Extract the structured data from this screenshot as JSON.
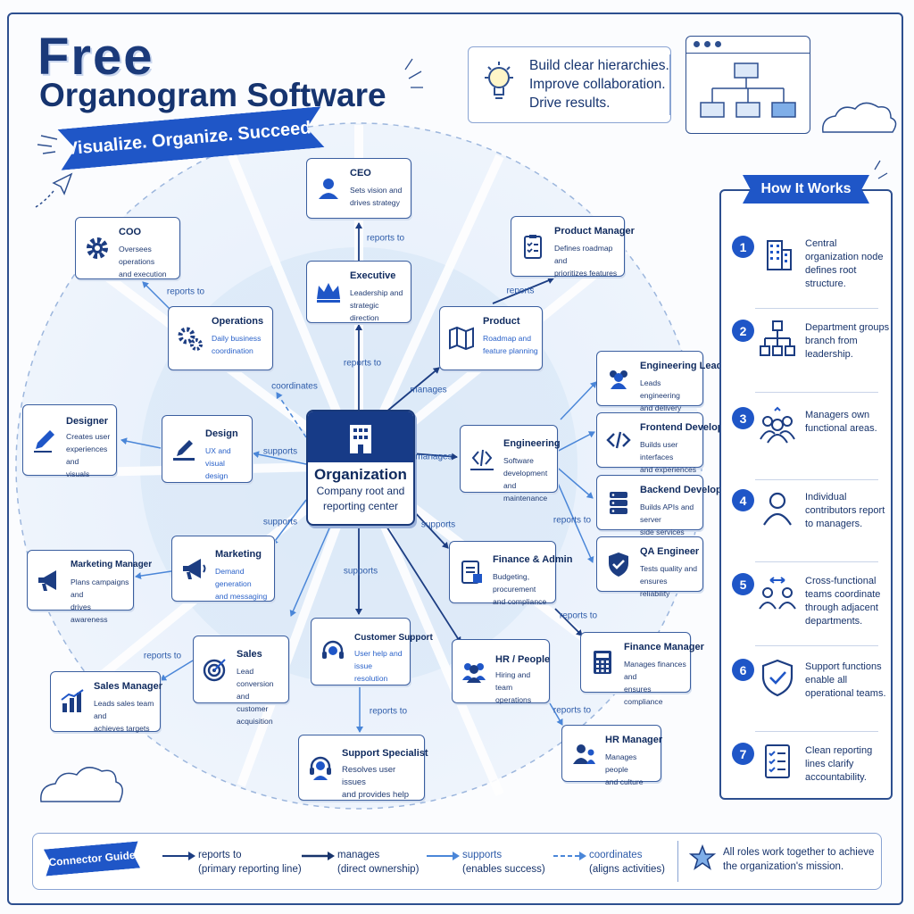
{
  "header": {
    "title_free": "Free",
    "title_main": "Organogram Software",
    "tagline": "Visualize. Organize. Succeed.",
    "benefits": [
      "Build clear hierarchies.",
      "Improve collaboration.",
      "Drive results."
    ]
  },
  "center": {
    "title": "Organization",
    "desc1": "Company root and",
    "desc2": "reporting center"
  },
  "nodes": {
    "ceo": {
      "title": "CEO",
      "desc1": "Sets vision and",
      "desc2": "drives strategy"
    },
    "executive": {
      "title": "Executive",
      "desc1": "Leadership and",
      "desc2": "strategic direction"
    },
    "coo": {
      "title": "COO",
      "desc1": "Oversees operations",
      "desc2": "and execution"
    },
    "operations": {
      "title": "Operations",
      "desc1": "Daily business",
      "desc2": "coordination"
    },
    "product_manager": {
      "title": "Product Manager",
      "desc1": "Defines roadmap and",
      "desc2": "prioritizes features"
    },
    "product": {
      "title": "Product",
      "desc1": "Roadmap and",
      "desc2": "feature planning"
    },
    "engineering_lead": {
      "title": "Engineering Lead",
      "desc1": "Leads engineering",
      "desc2": "and delivery"
    },
    "frontend_developer": {
      "title": "Frontend Developer",
      "desc1": "Builds user interfaces",
      "desc2": "and experiences"
    },
    "backend_developer": {
      "title": "Backend Developer",
      "desc1": "Builds APIs and server",
      "desc2": "side services"
    },
    "qa_engineer": {
      "title": "QA Engineer",
      "desc1": "Tests quality and",
      "desc2": "ensures reliability"
    },
    "engineering": {
      "title": "Engineering",
      "desc1": "Software development",
      "desc2": "and maintenance"
    },
    "designer": {
      "title": "Designer",
      "desc1": "Creates user",
      "desc2": "experiences and",
      "desc3": "visuals"
    },
    "design": {
      "title": "Design",
      "desc1": "UX and",
      "desc2": "visual design"
    },
    "marketing_manager": {
      "title": "Marketing Manager",
      "desc1": "Plans campaigns and",
      "desc2": "drives awareness"
    },
    "marketing": {
      "title": "Marketing",
      "desc1": "Demand generation",
      "desc2": "and messaging"
    },
    "sales_manager": {
      "title": "Sales Manager",
      "desc1": "Leads sales team and",
      "desc2": "achieves targets"
    },
    "sales": {
      "title": "Sales",
      "desc1": "Lead conversion and",
      "desc2": "customer acquisition"
    },
    "customer_support": {
      "title": "Customer Support",
      "desc1": "User help and",
      "desc2": "issue resolution"
    },
    "support_specialist": {
      "title": "Support Specialist",
      "desc1": "Resolves user issues",
      "desc2": "and provides help"
    },
    "finance_admin": {
      "title": "Finance & Admin",
      "desc1": "Budgeting, procurement",
      "desc2": "and compliance"
    },
    "finance_manager": {
      "title": "Finance Manager",
      "desc1": "Manages finances and",
      "desc2": "ensures compliance"
    },
    "hr_people": {
      "title": "HR / People",
      "desc1": "Hiring and team",
      "desc2": "operations"
    },
    "hr_manager": {
      "title": "HR Manager",
      "desc1": "Manages people",
      "desc2": "and culture"
    }
  },
  "edge_labels": {
    "reports_to": "reports to",
    "reports": "reports",
    "manages": "manages",
    "supports": "supports",
    "coordinates": "coordinates"
  },
  "how_it_works": {
    "title": "How It Works",
    "steps": [
      {
        "num": "1",
        "text": "Central organization node defines root structure.",
        "icon": "building-icon"
      },
      {
        "num": "2",
        "text": "Department groups branch from leadership.",
        "icon": "hierarchy-icon"
      },
      {
        "num": "3",
        "text": "Managers own functional areas.",
        "icon": "team-icon"
      },
      {
        "num": "4",
        "text": "Individual contributors report to managers.",
        "icon": "person-icon"
      },
      {
        "num": "5",
        "text": "Cross-functional teams coordinate through adjacent departments.",
        "icon": "cross-team-icon"
      },
      {
        "num": "6",
        "text": "Support functions enable all operational teams.",
        "icon": "shield-check-icon"
      },
      {
        "num": "7",
        "text": "Clean reporting lines clarify accountability.",
        "icon": "checklist-icon"
      }
    ]
  },
  "connector_guide": {
    "title": "Connector Guide",
    "items": [
      {
        "label": "reports to",
        "desc": "(primary reporting line)"
      },
      {
        "label": "manages",
        "desc": "(direct ownership)"
      },
      {
        "label": "supports",
        "desc": "(enables success)"
      },
      {
        "label": "coordinates",
        "desc": "(aligns activities)"
      }
    ],
    "mission": "All roles work together to achieve the organization's mission."
  },
  "colors": {
    "primary": "#1f56c7",
    "navy": "#173b87",
    "ink": "#17336b",
    "light_blue": "#dbe8f8"
  }
}
